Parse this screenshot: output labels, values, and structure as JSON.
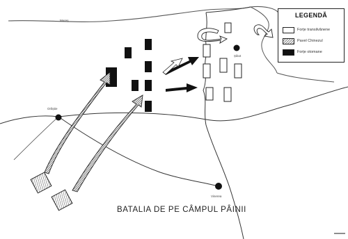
{
  "title": "BATALIA DE PE CÂMPUL PÂINII",
  "legend": {
    "title": "LEGENDĂ",
    "items": [
      {
        "label": "Forțe transilvănene",
        "fill": "#ffffff"
      },
      {
        "label": "Pavel Chinezul",
        "fill": "#cfcfcf"
      },
      {
        "label": "Forțe otomane",
        "fill": "#111111"
      }
    ]
  },
  "places": {
    "top_left": "Mureș",
    "left_town": "Orăștie",
    "right_town": "Șibot",
    "bottom_town": "Vinerea"
  },
  "colors": {
    "ink": "#111111",
    "river": "#555555",
    "road": "#333333",
    "hatch": "#bbbbbb"
  }
}
